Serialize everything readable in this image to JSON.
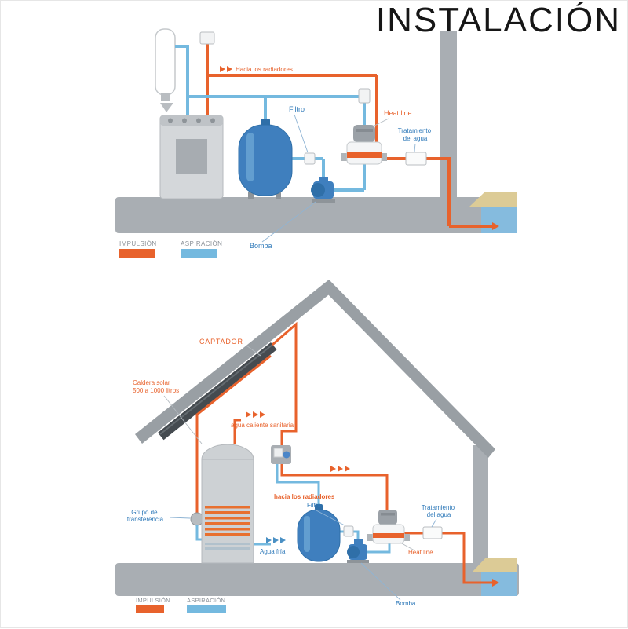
{
  "title": "INSTALACIÓN",
  "colors": {
    "impulsion": "#E8622C",
    "aspiracion": "#74B9DF",
    "label_blue": "#2E79B9",
    "label_gray": "#8A9097",
    "structure": "#A9AEB3"
  },
  "top_diagram": {
    "labels": {
      "radiators": "Hacia los radiadores",
      "filter": "Filtro",
      "heat_line": "Heat line",
      "treatment_1": "Tratamiento",
      "treatment_2": "del agua",
      "pump": "Bomba"
    },
    "legend": {
      "impulsion": "IMPULSIÓN",
      "aspiracion": "ASPIRACIÓN"
    }
  },
  "bottom_diagram": {
    "labels": {
      "collector": "CAPTADOR",
      "solar_tank_1": "Caldera solar",
      "solar_tank_2": "500 a 1000 litros",
      "dhw": "agua caliente sanitaria",
      "transfer_group_1": "Grupo de",
      "transfer_group_2": "transferencia",
      "radiators": "hacia los radiadores",
      "filter": "Filtro",
      "cold_water": "Agua fría",
      "treatment_1": "Tratamiento",
      "treatment_2": "del agua",
      "heat_line": "Heat line",
      "pump": "Bomba"
    },
    "legend": {
      "impulsion": "IMPULSIÓN",
      "aspiracion": "ASPIRACIÓN"
    }
  }
}
